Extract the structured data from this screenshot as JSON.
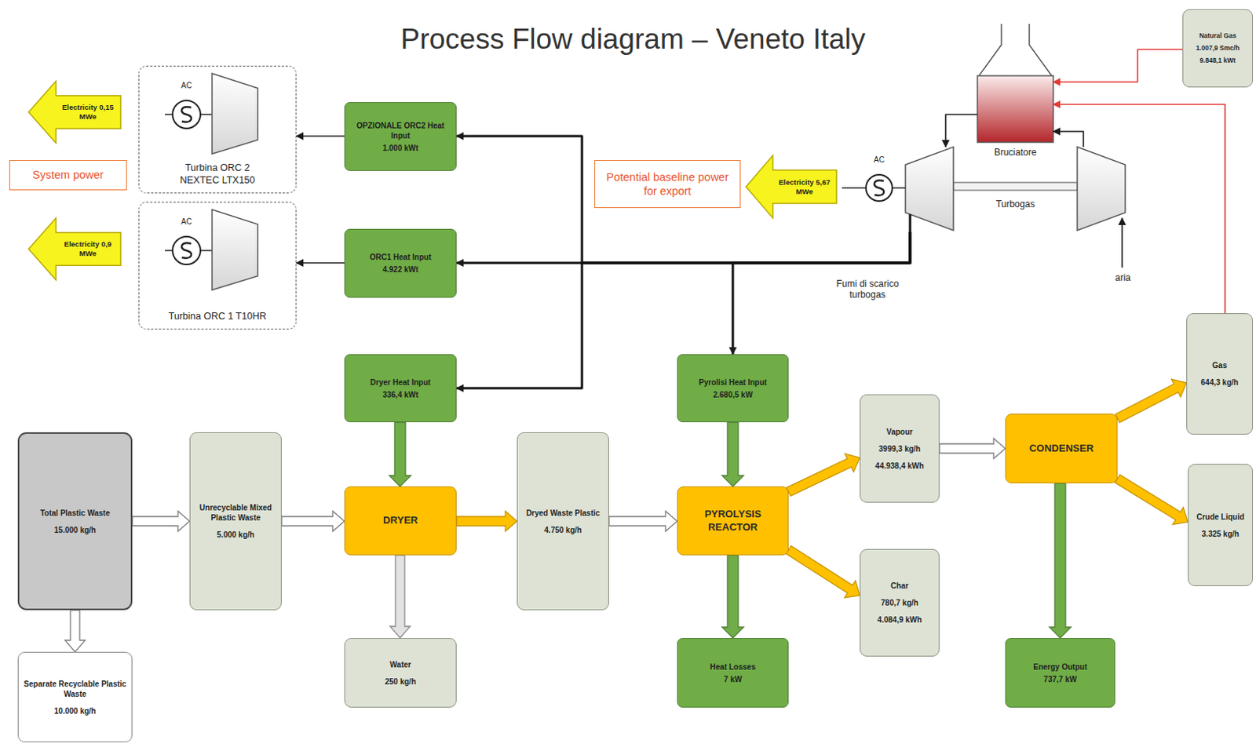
{
  "diagram": {
    "title": "Process Flow diagram – Veneto Italy",
    "nodes": [
      {
        "text": [
          "Electricity 0,15 MWe"
        ]
      },
      {
        "text": [
          "Turbina ORC 2 NEXTEC LTX150"
        ]
      },
      {
        "text": [
          "OPZIONALE ORC2 Heat Input",
          "1.000 kWt"
        ]
      },
      {
        "text": [
          "Bruciatore"
        ]
      },
      {
        "text": [
          "Natural Gas",
          "1.007,9 Smc/h",
          "9.848,1 kWt"
        ]
      },
      {
        "text": [
          "System power"
        ]
      },
      {
        "text": [
          "Potential baseline power for export"
        ]
      },
      {
        "text": [
          "Electricity 5,67 MWe"
        ]
      },
      {
        "text": [
          "Turbogas"
        ]
      },
      {
        "text": [
          "Electricity 0,9 MWe"
        ]
      },
      {
        "text": [
          "Turbina ORC 1 T10HR"
        ]
      },
      {
        "text": [
          "ORC1 Heat Input",
          "4.922 kWt"
        ]
      },
      {
        "text": [
          "Dryer Heat Input",
          "336,4 kWt"
        ]
      },
      {
        "text": [
          "Pyrolisi Heat Input",
          "2.680,5 kW"
        ]
      },
      {
        "text": [
          "Gas",
          "644,3 kg/h"
        ]
      },
      {
        "text": [
          "Vapour",
          "3999,3 kg/h",
          "44.938,4 kWh"
        ]
      },
      {
        "text": [
          "CONDENSER"
        ]
      },
      {
        "text": [
          "Total Plastic Waste",
          "15.000 kg/h"
        ]
      },
      {
        "text": [
          "Unrecyclable Mixed Plastic Waste",
          "5.000 kg/h"
        ]
      },
      {
        "text": [
          "DRYER"
        ]
      },
      {
        "text": [
          "Dryed Waste Plastic",
          "4.750 kg/h"
        ]
      },
      {
        "text": [
          "PYROLYSIS REACTOR"
        ]
      },
      {
        "text": [
          "Crude Liquid",
          "3.325 kg/h"
        ]
      },
      {
        "text": [
          "Char",
          "780,7 kg/h",
          "4.084,9 kWh"
        ]
      },
      {
        "text": [
          "Water",
          "250 kg/h"
        ]
      },
      {
        "text": [
          "Heat Losses",
          "7 kW"
        ]
      },
      {
        "text": [
          "Energy Output",
          "737,7 kW"
        ]
      },
      {
        "text": [
          "Separate Recyclable Plastic Waste",
          "10.000 kg/h"
        ]
      }
    ],
    "edges": [
      {
        "from": 2,
        "to": 1,
        "arrow": "to"
      },
      {
        "from": 11,
        "to": 10,
        "arrow": "to"
      },
      {
        "from": 8,
        "to": 2,
        "arrow": "to"
      },
      {
        "from": 8,
        "to": 11,
        "arrow": "to"
      },
      {
        "from": 8,
        "to": 12,
        "arrow": "to"
      },
      {
        "from": 8,
        "to": 13,
        "arrow": "to"
      },
      {
        "from": 4,
        "to": 3,
        "arrow": "to"
      },
      {
        "from": 14,
        "to": 3,
        "arrow": "to"
      },
      {
        "from": 3,
        "to": 8,
        "arrow": "to"
      },
      {
        "from": 8,
        "to": 3,
        "arrow": "to"
      },
      {
        "from": 17,
        "to": 18,
        "arrow": "to"
      },
      {
        "from": 17,
        "to": 27,
        "arrow": "to"
      },
      {
        "from": 18,
        "to": 19,
        "arrow": "to"
      },
      {
        "from": 12,
        "to": 19,
        "arrow": "to"
      },
      {
        "from": 19,
        "to": 20,
        "arrow": "to"
      },
      {
        "from": 19,
        "to": 24,
        "arrow": "to"
      },
      {
        "from": 20,
        "to": 21,
        "arrow": "to"
      },
      {
        "from": 13,
        "to": 21,
        "arrow": "to"
      },
      {
        "from": 21,
        "to": 15,
        "arrow": "to"
      },
      {
        "from": 21,
        "to": 23,
        "arrow": "to"
      },
      {
        "from": 21,
        "to": 25,
        "arrow": "to"
      },
      {
        "from": 15,
        "to": 16,
        "arrow": "to"
      },
      {
        "from": 16,
        "to": 14,
        "arrow": "to"
      },
      {
        "from": 16,
        "to": 22,
        "arrow": "to"
      },
      {
        "from": 16,
        "to": 26,
        "arrow": "to"
      }
    ],
    "labels": [
      "AC",
      "AC",
      "AC",
      "Fumi di scarico turbogas",
      "aria"
    ]
  }
}
